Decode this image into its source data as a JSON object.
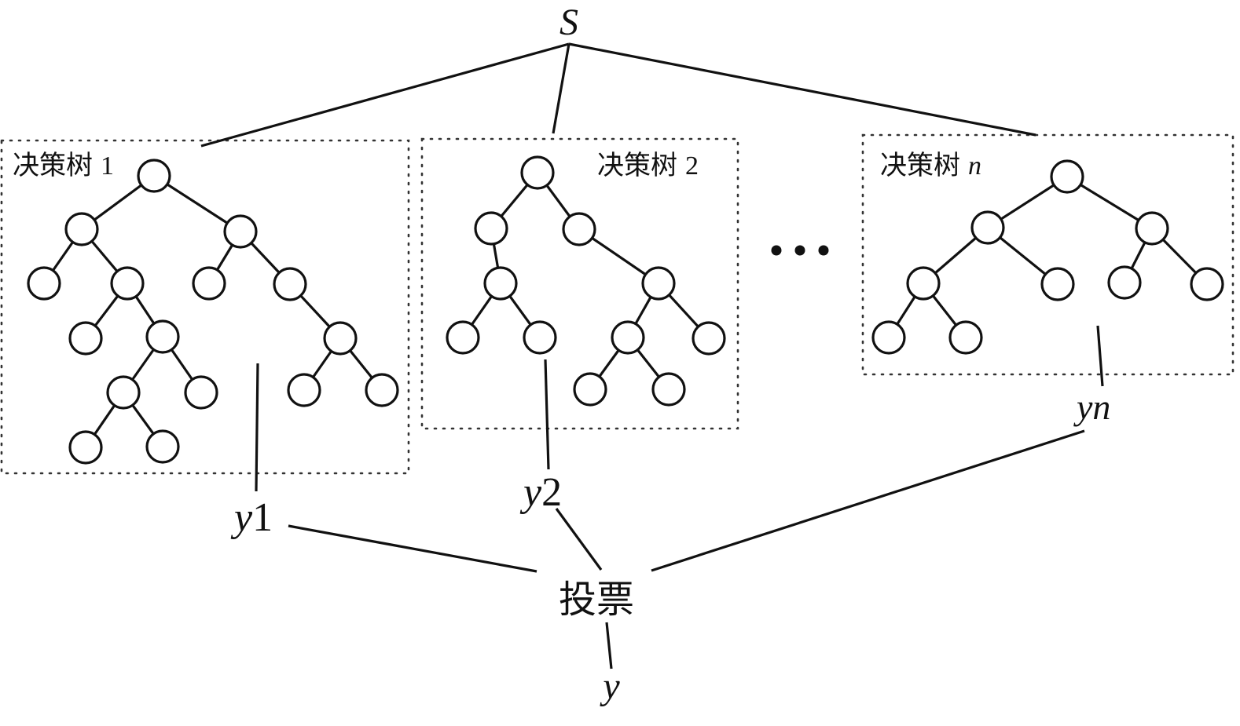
{
  "root_label": "S",
  "trees": [
    {
      "label_text": "决策树",
      "label_index": "1",
      "output_var": "y",
      "output_idx": "1"
    },
    {
      "label_text": "决策树",
      "label_index": "2",
      "output_var": "y",
      "output_idx": "2"
    },
    {
      "label_text": "决策树",
      "label_index": "n",
      "output_var": "y",
      "output_idx": "n"
    }
  ],
  "ellipsis": "…",
  "vote_label": "投票",
  "final_output": "y"
}
